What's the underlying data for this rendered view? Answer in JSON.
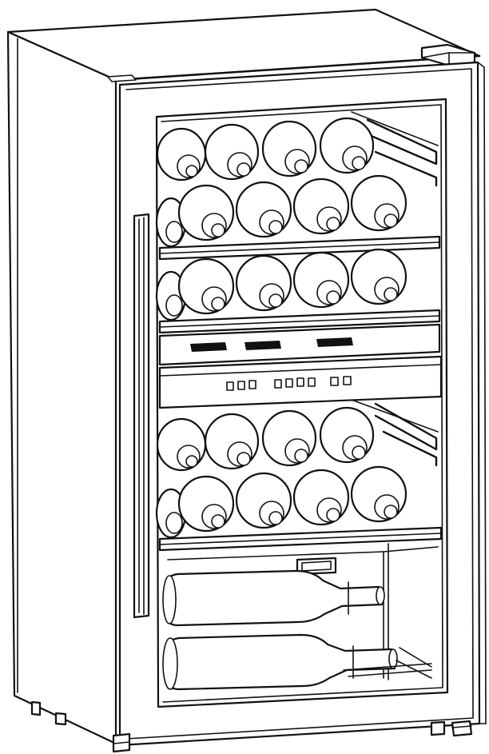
{
  "illustration": {
    "upper_zone": {
      "rows": [
        {
          "bottles": 4
        },
        {
          "bottles": 5
        },
        {
          "bottles": 5
        }
      ]
    },
    "lower_zone": {
      "rows": [
        {
          "bottles": 4
        },
        {
          "bottles": 5
        }
      ],
      "bottom_bottles": 2
    },
    "control_panel": {
      "buttons": 9
    },
    "colors": {
      "line": "#111111",
      "fill": "#ffffff"
    },
    "icons": [
      "bottle-icon",
      "control-button-icon",
      "vent-slot-icon",
      "foot-icon",
      "hinge-icon"
    ]
  }
}
